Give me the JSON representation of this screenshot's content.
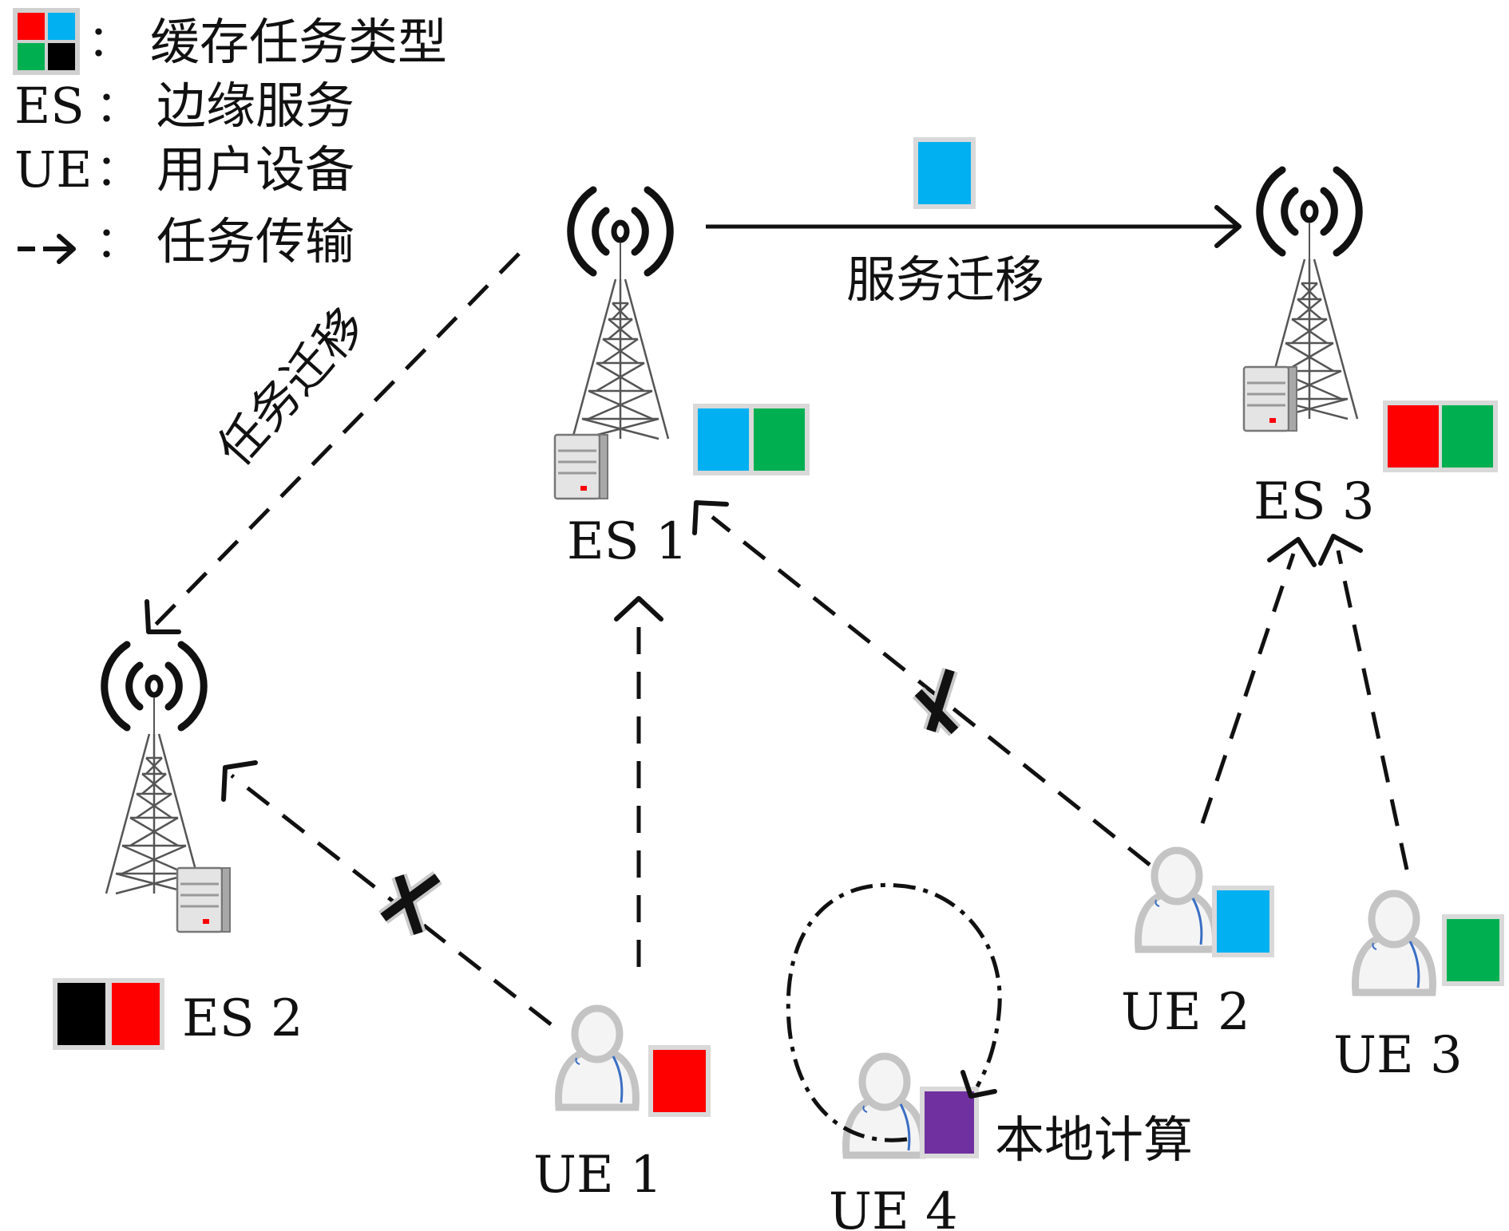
{
  "colors": {
    "red": "#ff0000",
    "blue": "#00b0f0",
    "green": "#00b050",
    "black": "#000000",
    "purple": "#7030a0"
  },
  "legend": {
    "separator": "：",
    "cache_types": "缓存任务类型",
    "es_abbr": "ES",
    "es_meaning": "边缘服务",
    "ue_abbr": "UE",
    "ue_meaning": "用户设备",
    "task_transfer": "任务传输"
  },
  "labels": {
    "service_migration": "服务迁移",
    "task_migration": "任务迁移",
    "local_compute": "本地计算"
  },
  "servers": [
    {
      "name": "ES 1",
      "cache": [
        "blue",
        "green"
      ]
    },
    {
      "name": "ES 2",
      "cache": [
        "black",
        "red"
      ]
    },
    {
      "name": "ES 3",
      "cache": [
        "red",
        "green"
      ]
    }
  ],
  "users": [
    {
      "name": "UE 1",
      "task": "red"
    },
    {
      "name": "UE 2",
      "task": "blue"
    },
    {
      "name": "UE 3",
      "task": "green"
    },
    {
      "name": "UE 4",
      "task": "purple"
    }
  ],
  "migration_task_color": "blue",
  "icons": [
    "antenna-icon",
    "tower-icon",
    "server-icon",
    "user-icon",
    "cross-icon",
    "dashed-arrow-icon"
  ]
}
